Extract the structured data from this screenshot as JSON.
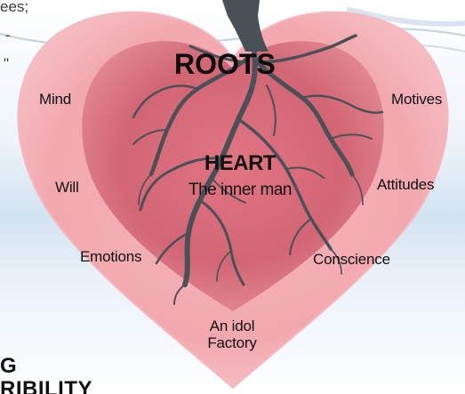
{
  "diagram": {
    "top_fragments": {
      "line1": "ees;",
      "line2": "-",
      "line3": "\""
    },
    "title_roots": "ROOTS",
    "heart_title": "HEART",
    "heart_subtitle": "The inner man",
    "labels": {
      "mind": "Mind",
      "will": "Will",
      "emotions": "Emotions",
      "motives": "Motives",
      "attitudes": "Attitudes",
      "conscience": "Conscience",
      "idol_line1": "An idol",
      "idol_line2": "Factory"
    },
    "bottom_fragments": {
      "line1": "G",
      "line2": "RIBILITY"
    },
    "colors": {
      "outer_heart": "#f2a7ae",
      "inner_heart": "#c95a6a",
      "roots": "#4a5156",
      "sky": "#dbe8f3"
    }
  }
}
